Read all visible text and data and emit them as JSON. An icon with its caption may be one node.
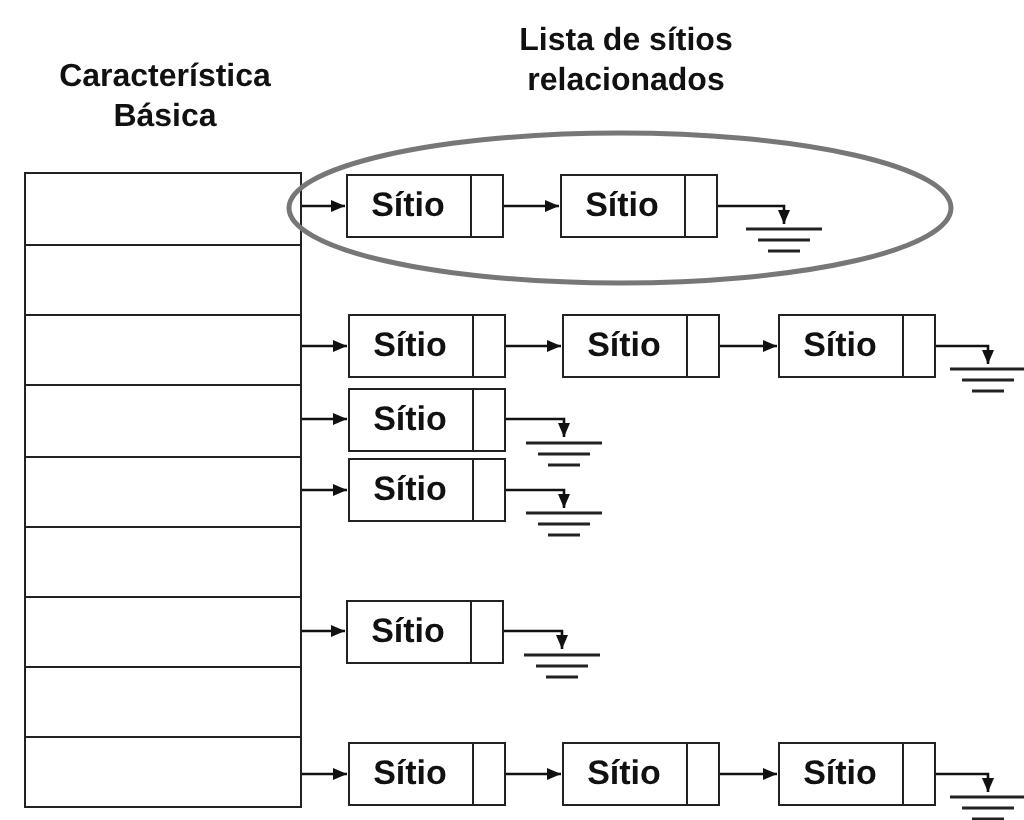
{
  "diagram": {
    "nodes": [
      {
        "text": [
          "Característica Básica"
        ]
      },
      {
        "text": [],
        "shape": "box",
        "in": 0
      },
      {
        "text": [],
        "shape": "box",
        "in": 0
      },
      {
        "text": [],
        "shape": "box",
        "in": 0
      },
      {
        "text": [],
        "shape": "box",
        "in": 0
      },
      {
        "text": [],
        "shape": "box",
        "in": 0
      },
      {
        "text": [],
        "shape": "box",
        "in": 0
      },
      {
        "text": [],
        "shape": "box",
        "in": 0
      },
      {
        "text": [],
        "shape": "box",
        "in": 0
      },
      {
        "text": [],
        "shape": "box",
        "in": 0
      },
      {
        "text": [
          "Lista de sítios relacionados"
        ]
      },
      {
        "text": [
          "Sítio"
        ],
        "in": 10
      },
      {
        "text": [
          "Sítio"
        ],
        "in": 10
      },
      {
        "text": [],
        "shape": "ground",
        "in": 10
      },
      {
        "text": [
          "Sítio"
        ]
      },
      {
        "text": [
          "Sítio"
        ]
      },
      {
        "text": [
          "Sítio"
        ]
      },
      {
        "text": [],
        "shape": "ground"
      },
      {
        "text": [
          "Sítio"
        ]
      },
      {
        "text": [],
        "shape": "ground"
      },
      {
        "text": [
          "Sítio"
        ]
      },
      {
        "text": [],
        "shape": "ground"
      },
      {
        "text": [
          "Sítio"
        ]
      },
      {
        "text": [],
        "shape": "ground"
      },
      {
        "text": [
          "Sítio"
        ]
      },
      {
        "text": [
          "Sítio"
        ]
      },
      {
        "text": [
          "Sítio"
        ]
      },
      {
        "text": [],
        "shape": "ground"
      }
    ],
    "edges": [
      {
        "from": 1,
        "to": 11,
        "arrow": "to"
      },
      {
        "from": 11,
        "to": 12,
        "arrow": "to"
      },
      {
        "from": 12,
        "to": 13,
        "arrow": "to"
      },
      {
        "from": 3,
        "to": 14,
        "arrow": "to"
      },
      {
        "from": 14,
        "to": 15,
        "arrow": "to"
      },
      {
        "from": 15,
        "to": 16,
        "arrow": "to"
      },
      {
        "from": 16,
        "to": 17,
        "arrow": "to"
      },
      {
        "from": 4,
        "to": 18,
        "arrow": "to"
      },
      {
        "from": 18,
        "to": 19,
        "arrow": "to"
      },
      {
        "from": 5,
        "to": 20,
        "arrow": "to"
      },
      {
        "from": 20,
        "to": 21,
        "arrow": "to"
      },
      {
        "from": 7,
        "to": 22,
        "arrow": "to"
      },
      {
        "from": 22,
        "to": 23,
        "arrow": "to"
      },
      {
        "from": 9,
        "to": 24,
        "arrow": "to"
      },
      {
        "from": 24,
        "to": 25,
        "arrow": "to"
      },
      {
        "from": 25,
        "to": 26,
        "arrow": "to"
      },
      {
        "from": 26,
        "to": 27,
        "arrow": "to"
      }
    ]
  }
}
